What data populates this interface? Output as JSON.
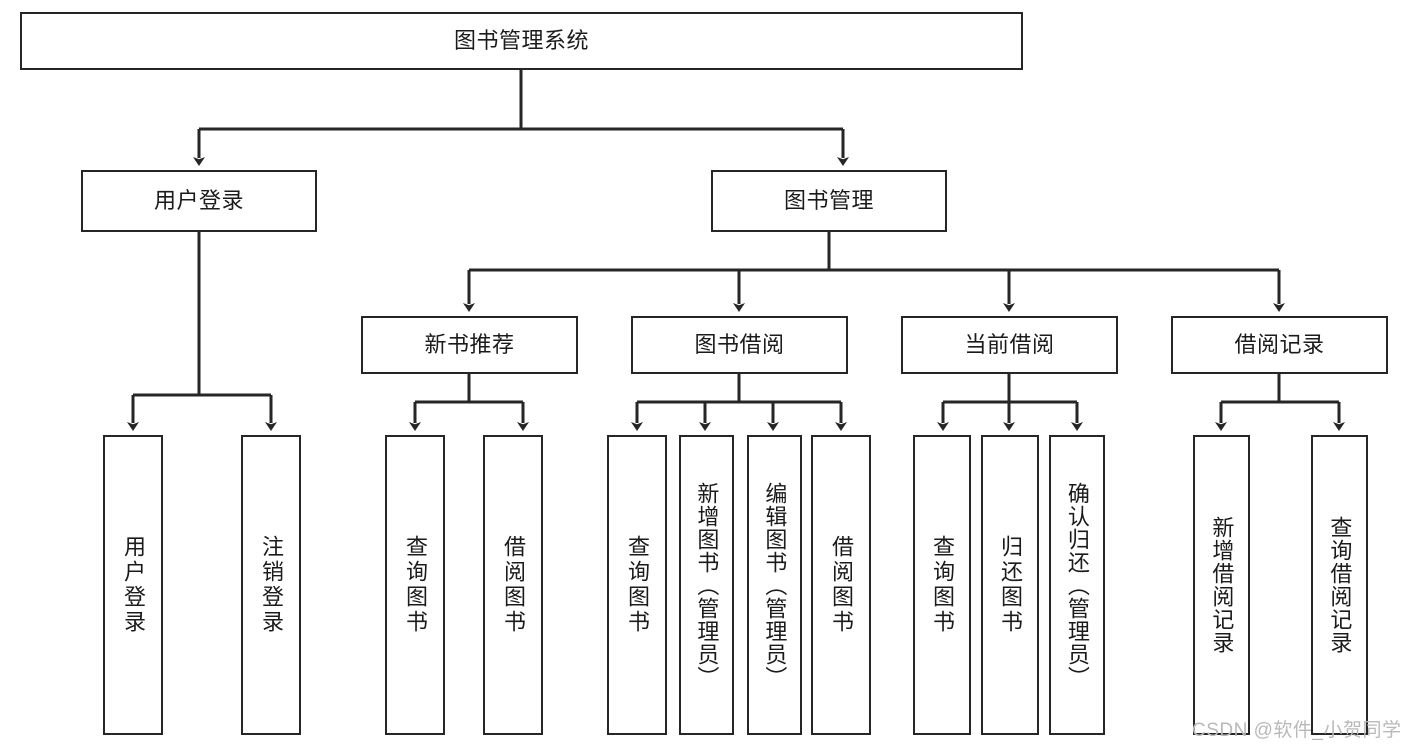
{
  "diagram": {
    "title": "图书管理系统",
    "type": "tree-hierarchy-chart",
    "colors": {
      "stroke": "#262626",
      "fill": "#ffffff",
      "text": "#1b1b1b",
      "watermark": "#b9b9b9"
    },
    "root": {
      "label": "图书管理系统"
    },
    "level2": [
      {
        "label": "用户登录"
      },
      {
        "label": "图书管理"
      }
    ],
    "level3": [
      {
        "label": "新书推荐"
      },
      {
        "label": "图书借阅"
      },
      {
        "label": "当前借阅"
      },
      {
        "label": "借阅记录"
      }
    ],
    "leaves": {
      "user_login": [
        {
          "label": "用户登录"
        },
        {
          "label": "注销登录"
        }
      ],
      "new_book_recommend": [
        {
          "label": "查询图书"
        },
        {
          "label": "借阅图书"
        }
      ],
      "book_borrow": [
        {
          "label": "查询图书"
        },
        {
          "label": "新增图书（管理员）"
        },
        {
          "label": "编辑图书（管理员）"
        },
        {
          "label": "借阅图书"
        }
      ],
      "current_borrow": [
        {
          "label": "查询图书"
        },
        {
          "label": "归还图书"
        },
        {
          "label": "确认归还（管理员）"
        }
      ],
      "borrow_record": [
        {
          "label": "新增借阅记录"
        },
        {
          "label": "查询借阅记录"
        }
      ]
    }
  },
  "watermark": {
    "text": "CSDN @软件_小贺同学"
  }
}
